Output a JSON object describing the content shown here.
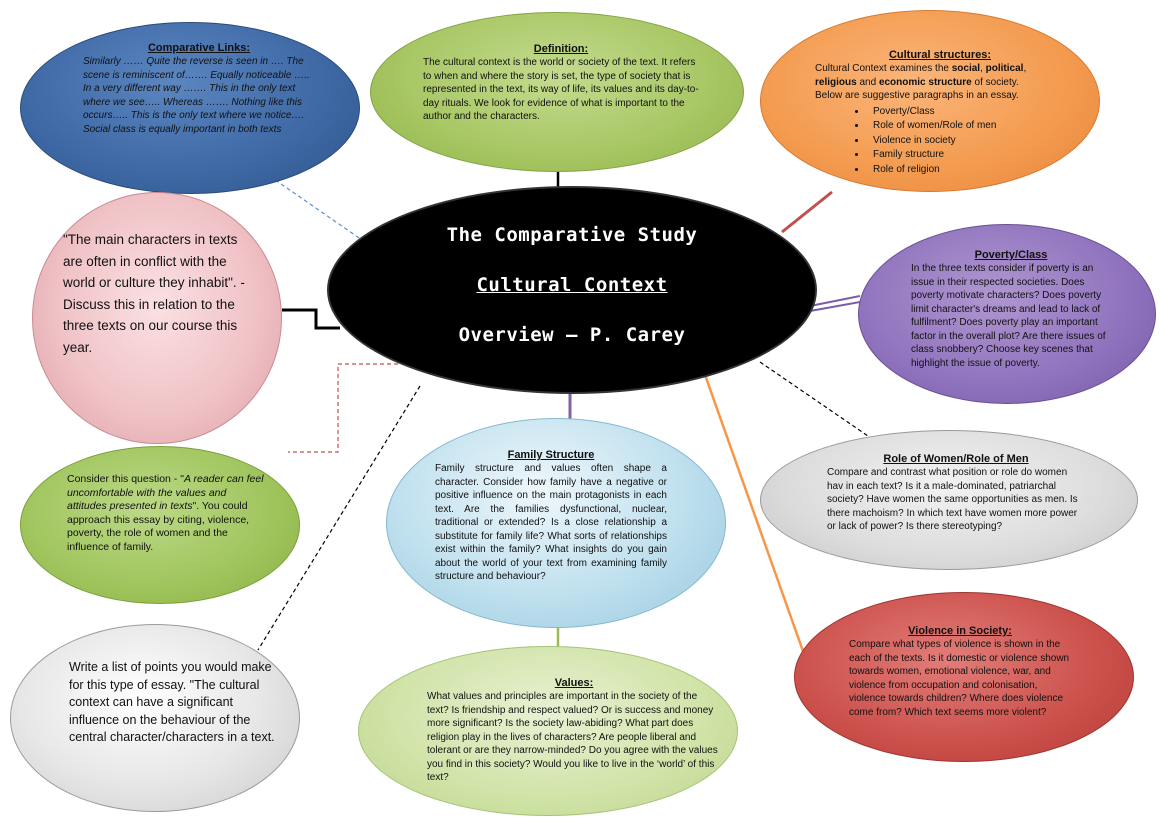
{
  "center": {
    "line1": "The Comparative Study",
    "line2": "Cultural Context",
    "line3": "Overview – P. Carey"
  },
  "comparative_links": {
    "title": "Comparative Links:",
    "text": "Similarly …… Quite the reverse is seen in …. The scene is reminiscent of……. Equally noticeable ….. In a very different way ……. This in the only text where we see….. Whereas ……. Nothing like this occurs….. This is the only text where we notice…. Social class is equally important in both texts"
  },
  "definition": {
    "title": "Definition:",
    "text": "The cultural context is the world or society of the text. It refers to when and where the story is set, the type of society that is represented in the text, its way of life, its values and its day-to-day rituals.  We look for evidence of what is important to the author and the characters."
  },
  "cultural_structures": {
    "title": "Cultural structures:",
    "intro_a": "Cultural Context examines the ",
    "intro_b": "social",
    "intro_c": ", ",
    "intro_d": "political",
    "intro_e": ", ",
    "intro_f": "religious",
    "intro_g": " and ",
    "intro_h": "economic structure",
    "intro_i": " of society.",
    "intro_j": "Below are suggestive paragraphs in an essay.",
    "items": [
      "Poverty/Class",
      "Role of women/Role of men",
      "Violence in society",
      "Family structure",
      "Role of religion"
    ]
  },
  "quote": {
    "text": "\"The main characters in texts are often in conflict with the world or culture they inhabit\".  - Discuss this in relation to the three texts on our course this year."
  },
  "poverty": {
    "title": "Poverty/Class",
    "text": "In the three texts consider if poverty is an issue in their respected societies. Does poverty motivate characters? Does poverty limit character's dreams and lead to lack of fulfilment? Does poverty play an important factor in the overall plot? Are there issues of class snobbery? Choose key scenes that highlight the issue of poverty."
  },
  "roles": {
    "title": "Role of Women/Role of Men",
    "text": "Compare and contrast what position or role do women hav in each text? Is it a male-dominated, patriarchal society? Have women the same opportunities as men.  Is there machoism? In which text have women more power or lack of power? Is there stereotyping?"
  },
  "question": {
    "text_a": "Consider this question - \"",
    "text_b": "A reader can feel uncomfortable with the values and attitudes presented in texts",
    "text_c": "\". You could approach this essay by citing, violence, poverty,  the role of women and the influence of family."
  },
  "family": {
    "title": "Family Structure",
    "text": "Family structure and values often shape a character.  Consider how family have a negative or positive influence on the main protagonists in each text.  Are the families dysfunctional, nuclear, traditional or extended? Is a close relationship a substitute for family life?   What sorts of relationships exist within the family?   What insights do you gain about the world of your text from examining family structure and behaviour?"
  },
  "violence": {
    "title": "Violence in Society:",
    "text": "Compare what types of violence is shown in the each of the texts. Is it domestic or violence shown towards women, emotional violence, war, and violence from occupation and colonisation, violence towards children? Where does violence come from? Which text seems more violent?"
  },
  "list": {
    "text": "Write a list of points you would make for this type of essay.  \"The cultural context can have a significant influence on the behaviour of the central character/characters in a text."
  },
  "values": {
    "title": "Values:",
    "text": "What values and principles are important in the society of the text?  Is friendship and respect valued?  Or is success and money more significant?  Is the society law-abiding?  What part does religion play in the lives of characters?  Are people liberal and tolerant or are they narrow-minded?  Do you agree with the values you find in this society?  Would you like to live in the ‘world’ of this text?"
  },
  "colors": {
    "center": "#000000",
    "blue": "#3f6aa6",
    "green": "#a7c663",
    "orange": "#f39a4e",
    "pink": "#f0c3c7",
    "purple": "#8f72bd",
    "grey": "#dcdcdc",
    "lightblue": "#bfe0ee",
    "red": "#cb4f4a"
  }
}
